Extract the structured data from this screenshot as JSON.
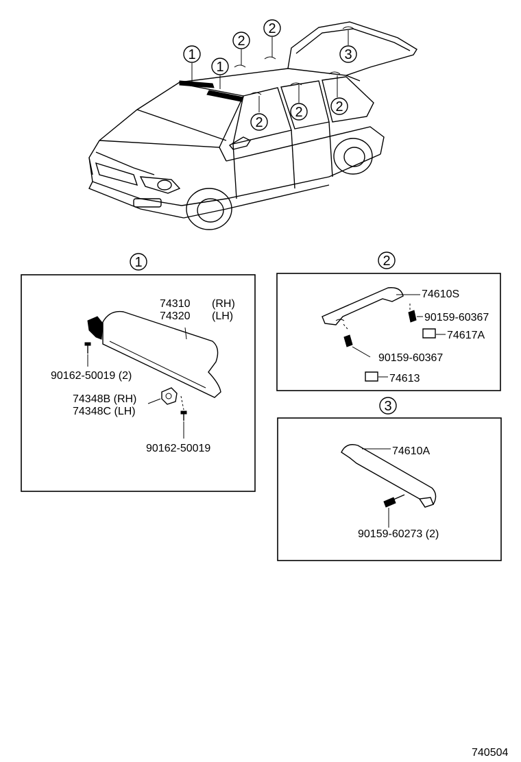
{
  "overview_callouts": [
    "1",
    "1",
    "2",
    "2",
    "2",
    "2",
    "2",
    "3"
  ],
  "sections": [
    {
      "number": "1",
      "parts": [
        {
          "number": "74310",
          "side": "(RH)"
        },
        {
          "number": "74320",
          "side": "(LH)"
        },
        {
          "number": "90162-50019 (2)"
        },
        {
          "number": "74348B (RH)"
        },
        {
          "number": "74348C (LH)"
        },
        {
          "number": "90162-50019"
        }
      ]
    },
    {
      "number": "2",
      "parts": [
        {
          "number": "74610S"
        },
        {
          "number": "90159-60367"
        },
        {
          "number": "74617A"
        },
        {
          "number": "90159-60367"
        },
        {
          "number": "74613"
        }
      ]
    },
    {
      "number": "3",
      "parts": [
        {
          "number": "74610A"
        },
        {
          "number": "90159-60273 (2)"
        }
      ]
    }
  ],
  "figure_code": "740504"
}
